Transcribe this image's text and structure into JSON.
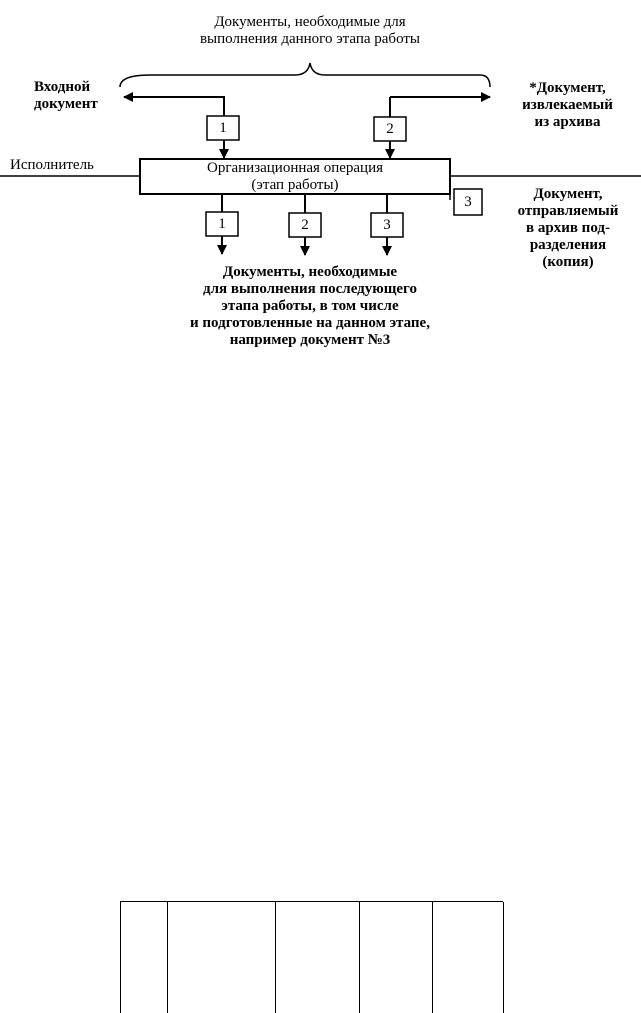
{
  "top_caption": "Документы, необходимые для\nвыполнения данного этапа работы",
  "input_doc": "Входной\nдокумент",
  "archive_doc": "*Документ,\nизвлекаемый\nиз архива",
  "performer": "Исполнитель",
  "operation": "Организационная операция\n(этап работы)",
  "sent_doc": "Документ,\nотправляемый\nв архив под-\nразделения\n(копия)",
  "bottom_caption": "Документы, необходимые\nдля выполнения последующего\nэтапа работы, в том числе\nи подготовленные на данном этапе,\nнапример документ №3",
  "inputs": [
    "1",
    "2"
  ],
  "outputs": [
    "1",
    "2",
    "3"
  ],
  "archive_box": "3",
  "table_columns": 5
}
